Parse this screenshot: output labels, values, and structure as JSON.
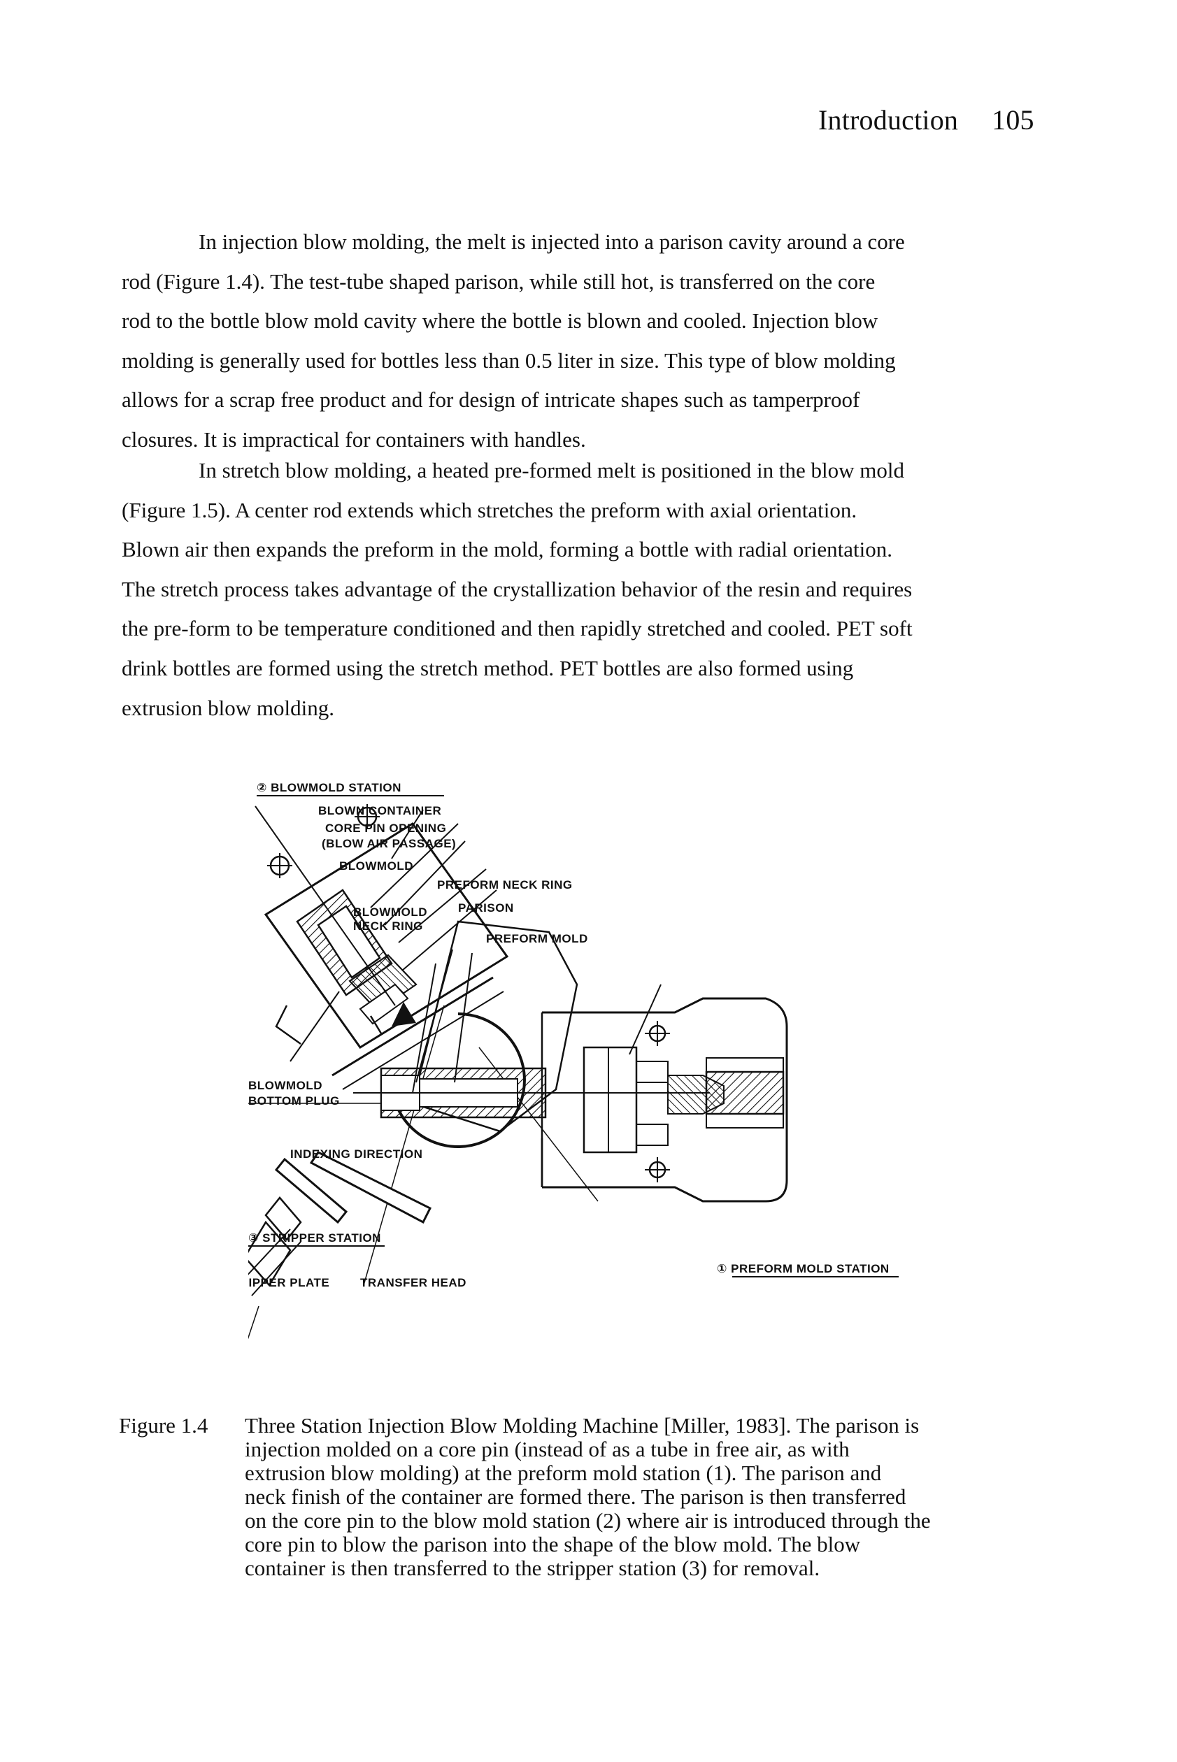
{
  "header": {
    "title": "Introduction",
    "page_number": "105"
  },
  "paragraphs": [
    {
      "lines": [
        "In injection blow molding, the melt is injected into a parison cavity around a core",
        "rod (Figure 1.4). The test-tube shaped parison, while still hot, is transferred on the core",
        "rod to the bottle blow mold cavity where the bottle is blown and cooled. Injection blow",
        "molding is generally used for bottles less than 0.5 liter in size. This type of blow molding",
        "allows for a scrap free product and for design of intricate shapes such as tamperproof",
        "closures. It is impractical for containers with handles."
      ]
    },
    {
      "lines": [
        "In stretch blow molding, a heated pre-formed melt is positioned in the blow mold",
        "(Figure 1.5). A center rod extends which stretches the preform with axial orientation.",
        "Blown air then expands the preform in the mold, forming a bottle with radial orientation.",
        "The stretch process takes advantage of the crystallization behavior of the resin and requires",
        "the pre-form to be temperature conditioned and then rapidly stretched and cooled. PET soft",
        "drink bottles are formed using the stretch method. PET bottles are also formed using",
        "extrusion blow molding."
      ]
    }
  ],
  "figure": {
    "labels": {
      "blowmold_station": "② BLOWMOLD STATION",
      "blown_container": "BLOWN CONTAINER",
      "core_pin_opening": "CORE PIN OPENING",
      "blow_air_passage": "(BLOW AIR PASSAGE)",
      "blowmold": "BLOWMOLD",
      "blowmold_neck_ring_1": "BLOWMOLD",
      "blowmold_neck_ring_2": "NECK RING",
      "preform_neck_ring": "PREFORM NECK RING",
      "parison": "PARISON",
      "preform_mold": "PREFORM MOLD",
      "bottom_plug_1": "BLOWMOLD",
      "bottom_plug_2": "BOTTOM PLUG",
      "indexing_direction": "INDEXING DIRECTION",
      "stripper_station": "③ STRIPPER STATION",
      "stripper_plate": "STRIPPER PLATE",
      "transfer_head": "TRANSFER HEAD",
      "preform_mold_station": "① PREFORM MOLD STATION"
    }
  },
  "caption": {
    "label": "Figure 1.4",
    "lines": [
      "Three Station Injection Blow Molding Machine [Miller, 1983]. The parison is",
      "injection molded on a core pin (instead of as a tube in free air, as with",
      "extrusion blow molding) at the preform mold station (1). The parison and",
      "neck finish of the container are formed there. The parison is then transferred",
      "on the core pin to the blow mold station (2) where air is introduced through the",
      "core pin to blow the parison into the shape of the blow mold. The blow",
      "container is then transferred to the stripper station (3) for removal."
    ]
  }
}
